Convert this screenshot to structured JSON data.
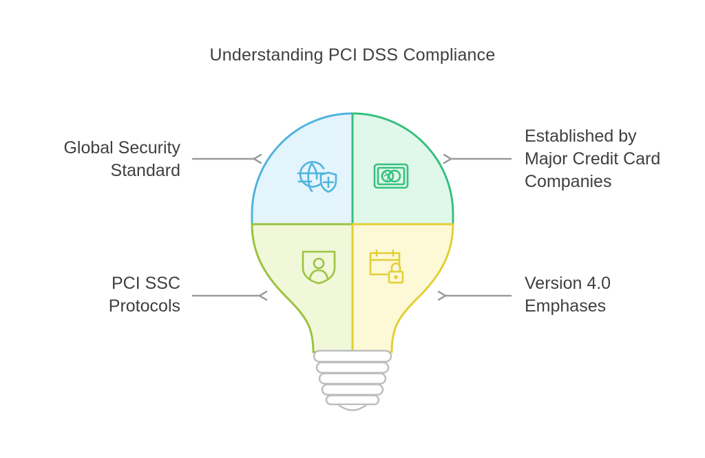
{
  "title": "Understanding PCI DSS Compliance",
  "sections": {
    "global_security": {
      "lines": [
        "Global Security",
        "Standard"
      ],
      "icon": "globe-shield-icon",
      "color": "#4fb3dd",
      "fill": "#e3f4fc"
    },
    "established_by": {
      "lines": [
        "Established by",
        "Major Credit Card",
        "Companies"
      ],
      "icon": "credit-card-icon",
      "color": "#36c07e",
      "fill": "#dff8ea"
    },
    "pci_ssc": {
      "lines": [
        "PCI SSC",
        "Protocols"
      ],
      "icon": "user-shield-icon",
      "color": "#9cc23f",
      "fill": "#f0f8d9"
    },
    "version": {
      "lines": [
        "Version 4.0",
        "Emphases"
      ],
      "icon": "calendar-lock-icon",
      "color": "#e2cf34",
      "fill": "#fdf8d6"
    }
  },
  "colors": {
    "arrow": "#9a9a9a",
    "bulb_base": "#bdbdbd",
    "text": "#3f3f3f"
  }
}
